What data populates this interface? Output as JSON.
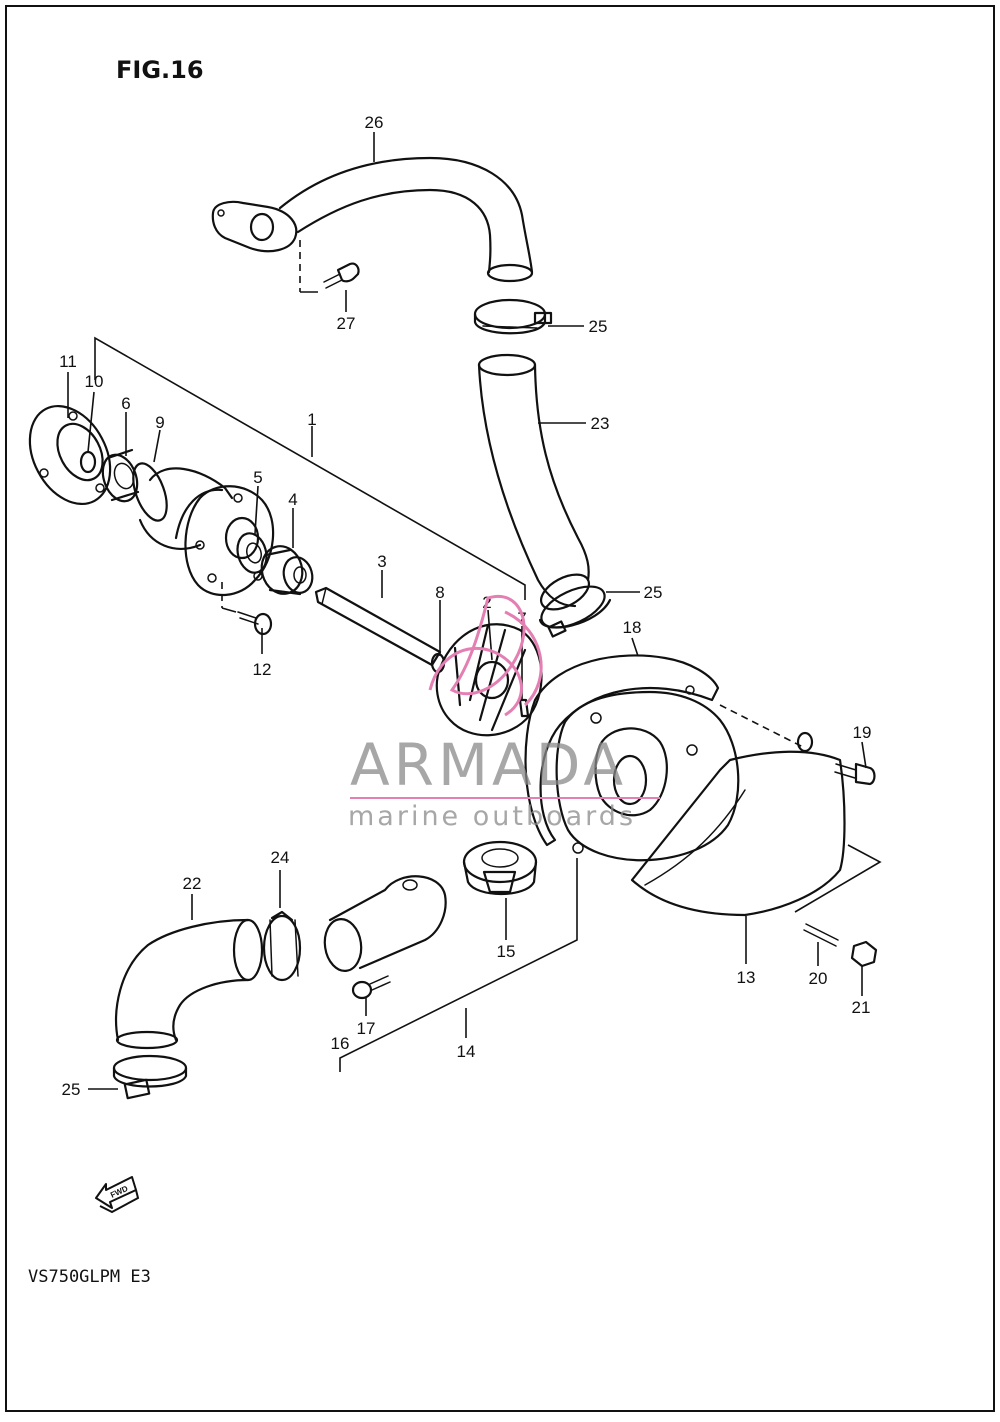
{
  "figure": {
    "title": "FIG.16",
    "model_code": "VS750GLPM E3",
    "fwd_label": "FWD"
  },
  "watermark": {
    "brand": "ARMADA",
    "tagline": "marine outboards",
    "accent_color": "#e37fb2"
  },
  "callouts": {
    "p1": "1",
    "p2": "2",
    "p3": "3",
    "p4": "4",
    "p5": "5",
    "p6": "6",
    "p7": "7",
    "p8": "8",
    "p9": "9",
    "p10": "10",
    "p11": "11",
    "p12": "12",
    "p13": "13",
    "p14": "14",
    "p15": "15",
    "p16": "16",
    "p17": "17",
    "p18": "18",
    "p19": "19",
    "p20": "20",
    "p21": "21",
    "p22": "22",
    "p23": "23",
    "p24": "24",
    "p25a": "25",
    "p25b": "25",
    "p25c": "25",
    "p26": "26",
    "p27": "27"
  }
}
